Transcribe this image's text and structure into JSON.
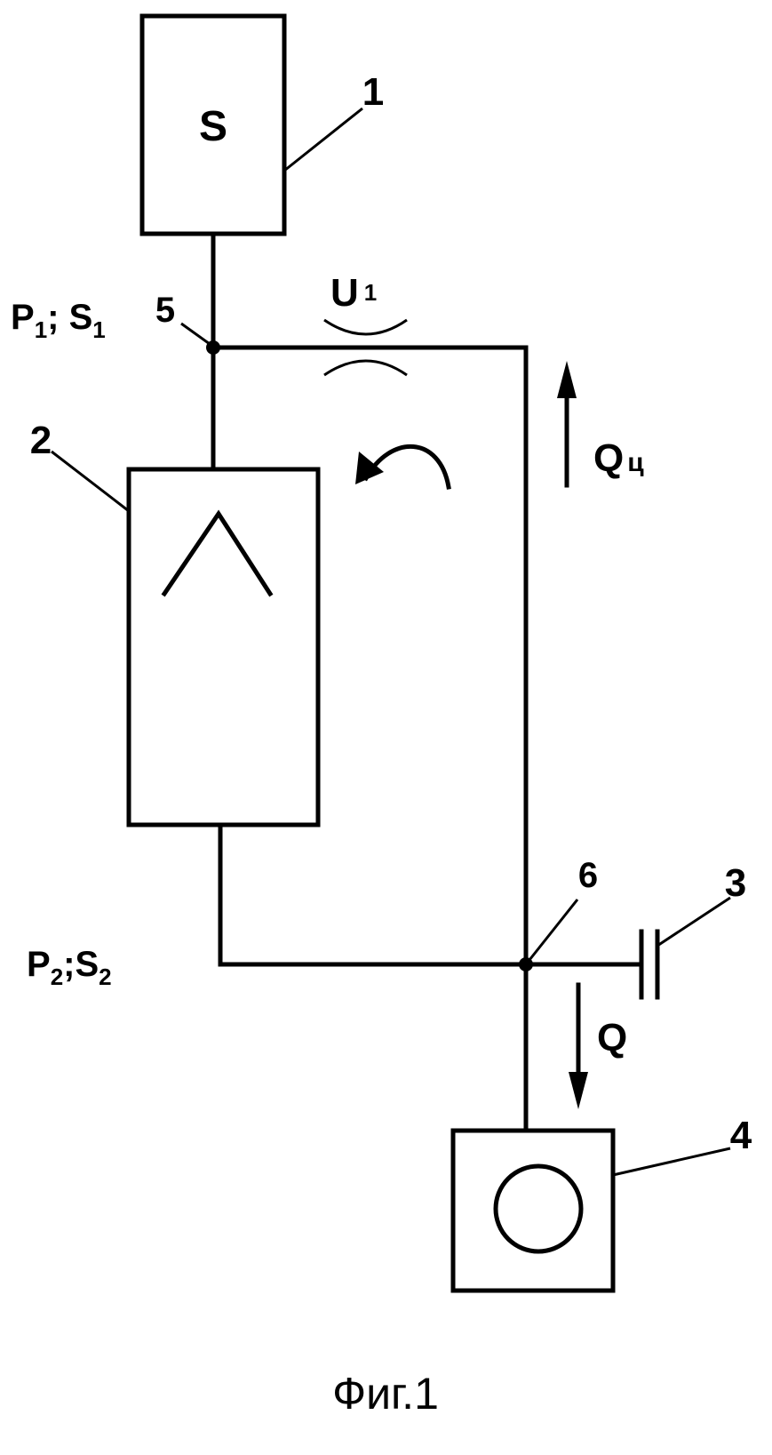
{
  "diagram": {
    "block_1_symbol": "S",
    "labels": {
      "n1": "1",
      "n2": "2",
      "n3": "3",
      "n4": "4",
      "n5": "5",
      "n6": "6"
    },
    "node_5_state": {
      "p": "P",
      "p_sub": "1",
      "sep": "; ",
      "s": "S",
      "s_sub": "1"
    },
    "node_6_state": {
      "p": "P",
      "p_sub": "2",
      "sep": ";",
      "s": "S",
      "s_sub": "2"
    },
    "throttle": {
      "main": "U",
      "sub": "1"
    },
    "circulation_flow": {
      "main": "Q",
      "sub": "ц"
    },
    "output_flow": "Q",
    "caption": "Фиг.1"
  }
}
